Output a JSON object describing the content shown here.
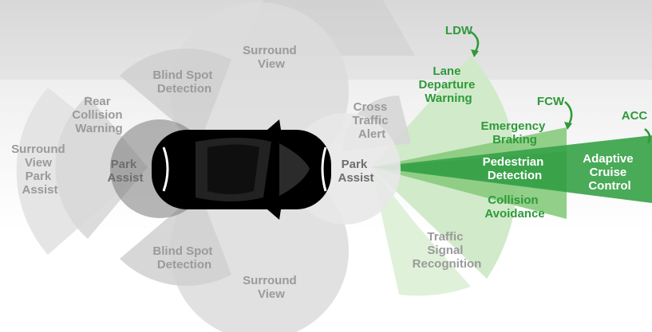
{
  "labels": {
    "surround_view_top": [
      "Surround",
      "View"
    ],
    "blind_spot_top": [
      "Blind Spot",
      "Detection"
    ],
    "rear_collision": [
      "Rear",
      "Collision",
      "Warning"
    ],
    "surround_view_park_assist": [
      "Surround",
      "View",
      "Park",
      "Assist"
    ],
    "park_assist_rear": [
      "Park",
      "Assist"
    ],
    "park_assist_front": [
      "Park",
      "Assist"
    ],
    "cross_traffic": [
      "Cross",
      "Traffic",
      "Alert"
    ],
    "lane_departure": [
      "Lane",
      "Departure",
      "Warning"
    ],
    "emergency_braking": [
      "Emergency",
      "Braking"
    ],
    "pedestrian_detection": [
      "Pedestrian",
      "Detection"
    ],
    "collision_avoidance": [
      "Collision",
      "Avoidance"
    ],
    "adaptive_cruise": [
      "Adaptive",
      "Cruise",
      "Control"
    ],
    "traffic_signal": [
      "Traffic",
      "Signal",
      "Recognition"
    ],
    "blind_spot_bottom": [
      "Blind Spot",
      "Detection"
    ],
    "surround_view_bottom": [
      "Surround",
      "View"
    ]
  },
  "callouts": {
    "ldw": "LDW",
    "fcw": "FCW",
    "acc": "ACC"
  },
  "colors": {
    "gray_zone": "#d6d6d6",
    "light_green": "#c9e7bf",
    "mid_green": "#8ccc83",
    "dark_green": "#3aa34a",
    "label_gray": "#9a9a9a",
    "label_green": "#2e9a3a",
    "car_body": "#000000"
  }
}
